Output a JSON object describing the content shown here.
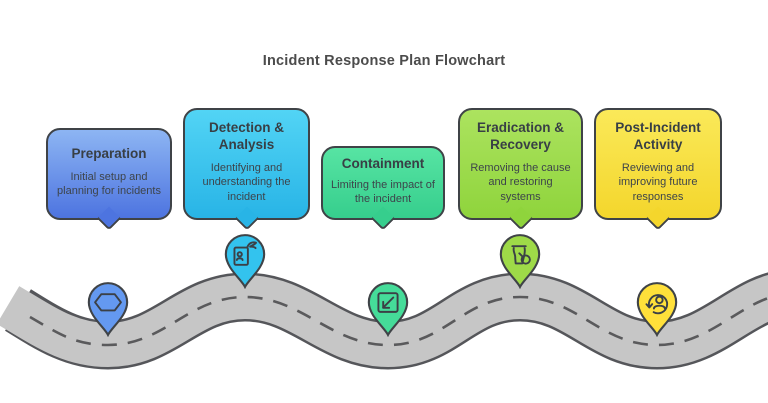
{
  "title": "Incident Response Plan Flowchart",
  "colors": {
    "background": "#ffffff",
    "title_text": "#4c4c4c",
    "card_border": "#3f4347",
    "card_text": "#3d444b",
    "road_fill": "#c6c6c6",
    "road_outline": "#55565a",
    "road_dash": "#5a5a5c",
    "icon_stroke": "#3b4046"
  },
  "stages": [
    {
      "title": "Preparation",
      "description": "Initial setup and planning for incidents",
      "color_top": "#8db5f3",
      "color_bottom": "#4d74e0",
      "pin_color": "#6499f0",
      "icon": "hexagon-icon"
    },
    {
      "title": "Detection & Analysis",
      "description": "Identifying and understanding the incident",
      "color_top": "#52d4f5",
      "color_bottom": "#28b4e6",
      "pin_color": "#33c3ee",
      "icon": "hand-id-badge-icon"
    },
    {
      "title": "Containment",
      "description": "Limiting the impact of the incident",
      "color_top": "#57e4a3",
      "color_bottom": "#36ce8d",
      "pin_color": "#45dc99",
      "icon": "contain-arrow-icon"
    },
    {
      "title": "Eradication & Recovery",
      "description": "Removing the cause and restoring systems",
      "color_top": "#ace35f",
      "color_bottom": "#8fd43c",
      "pin_color": "#9eda48",
      "icon": "trash-magnifier-icon"
    },
    {
      "title": "Post-Incident Activity",
      "description": "Reviewing and improving future responses",
      "color_top": "#fae959",
      "color_bottom": "#f4d62c",
      "pin_color": "#ffe03a",
      "icon": "person-restore-icon"
    }
  ]
}
